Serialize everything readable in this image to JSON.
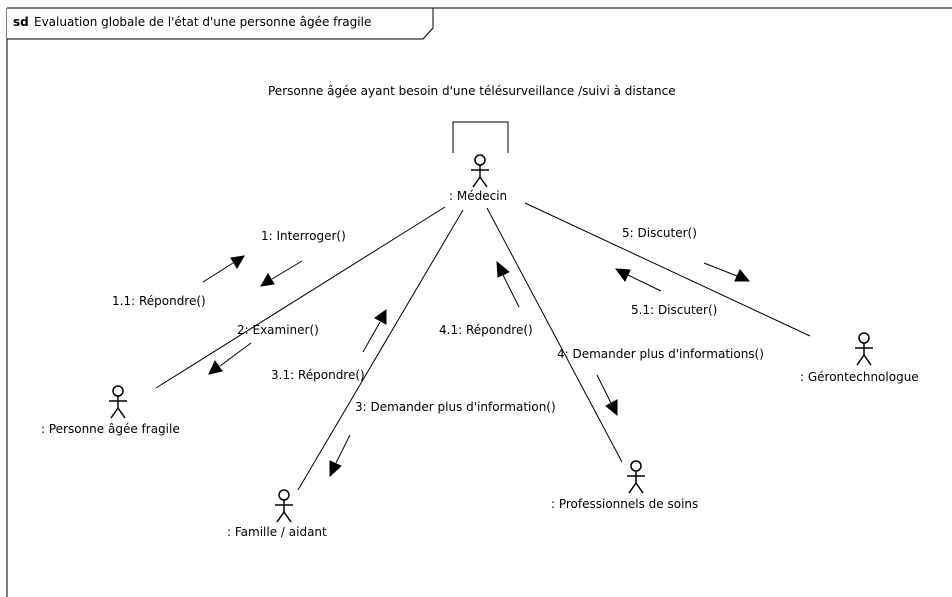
{
  "frame": {
    "keyword": "sd",
    "title": "Evaluation globale de l'état d'une  personne âgée fragile"
  },
  "note": "Personne âgée ayant besoin d'une  télésurveillance /suivi à distance",
  "actors": {
    "medecin": ": Médecin",
    "personne": ": Personne âgée fragile",
    "famille": ": Famille / aidant",
    "professionnels": ": Professionnels  de soins",
    "gerontechnologue": ": Gérontechnologue"
  },
  "messages": {
    "m1": "1: Interroger()",
    "m1_1": "1.1: Répondre()",
    "m2": "2: Examiner()",
    "m3": "3: Demander plus d'information()",
    "m3_1": "3.1: Répondre()",
    "m4": "4: Demander plus d'informations()",
    "m4_1": "4.1: Répondre()",
    "m5": "5: Discuter()",
    "m5_1": "5.1: Discuter()"
  }
}
